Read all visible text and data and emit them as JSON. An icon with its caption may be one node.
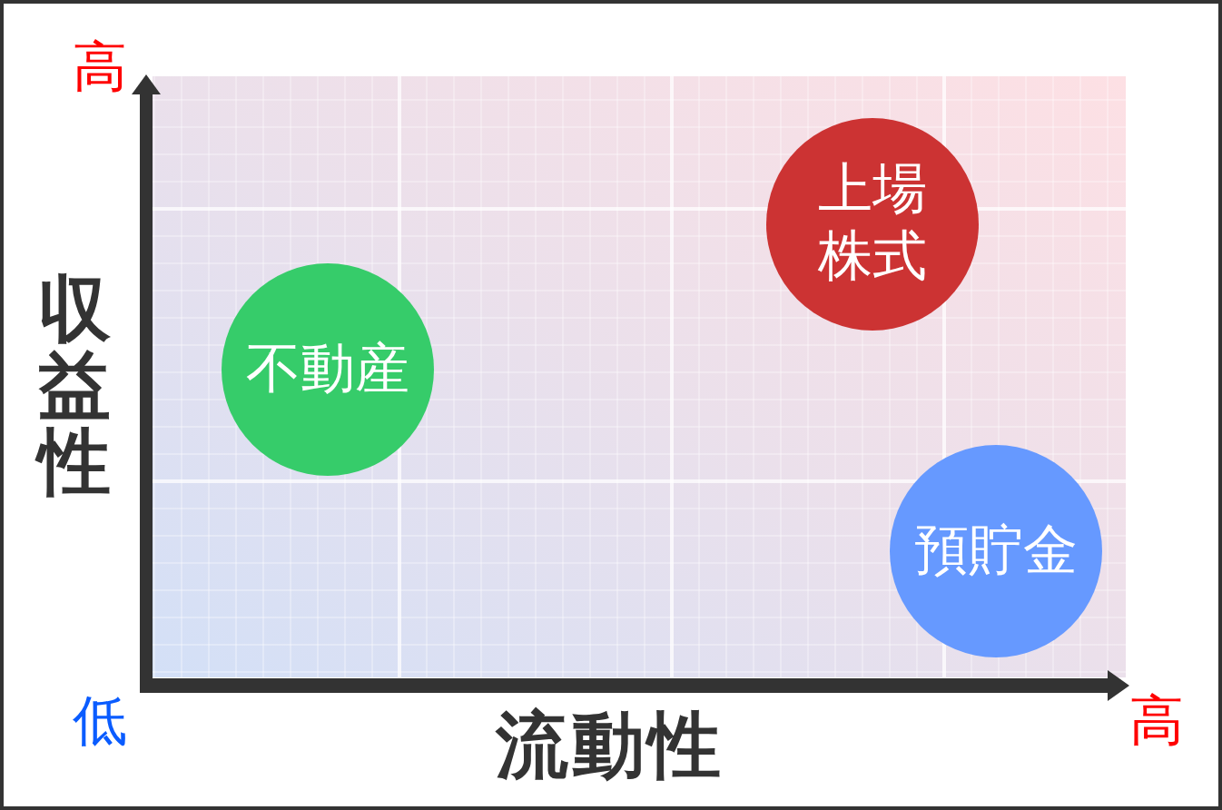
{
  "diagram": {
    "nodes": [
      {
        "text": [
          "上場株式"
        ]
      },
      {
        "text": [
          "不動産"
        ]
      },
      {
        "text": [
          "預貯金"
        ]
      }
    ],
    "labels": [
      "高",
      "収益性",
      "低",
      "流動性",
      "高"
    ]
  }
}
